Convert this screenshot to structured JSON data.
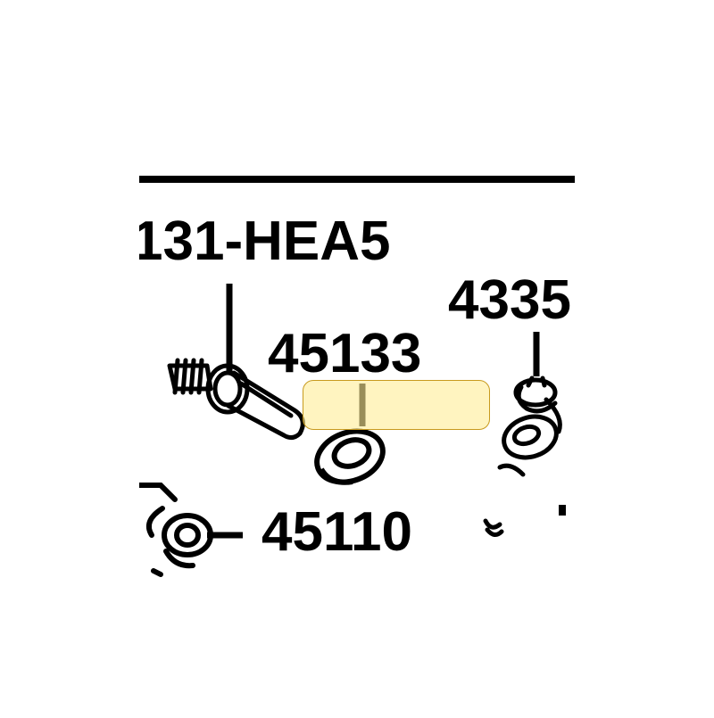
{
  "diagram": {
    "labels": {
      "p45131": "131-HEA5",
      "p43353": "4335",
      "p45133": "45133",
      "p45110": "45110"
    },
    "highlight_color": "#c89a1e",
    "highlight_fill": "#ffec96"
  }
}
